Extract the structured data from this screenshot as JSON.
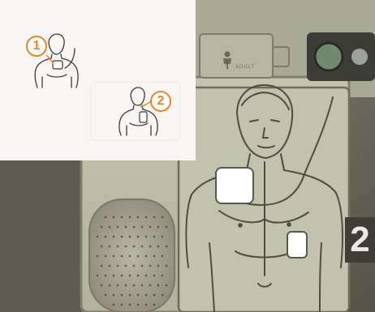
{
  "inset": {
    "step_1": "1",
    "step_2": "2"
  },
  "device": {
    "step_badge": "2",
    "adult_label": "ADULT"
  },
  "colors": {
    "panel_bg": "#bcbda6",
    "inset_bg": "#f7f6f2",
    "step_orange": "#e7862a",
    "pad_white": "#ffffff"
  }
}
